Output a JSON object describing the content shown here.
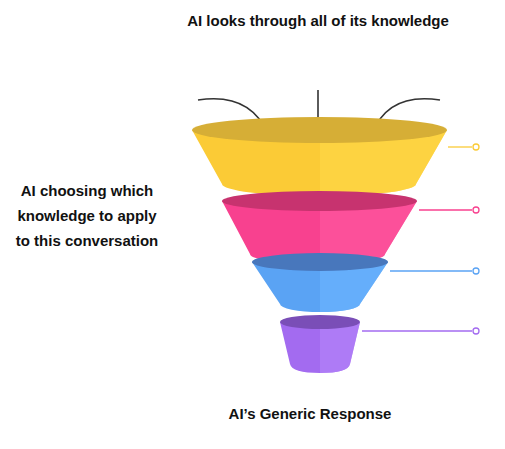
{
  "diagram": {
    "labels": [
      "AI looks through all of its knowledge",
      "AI choosing which knowledge to apply to this conversation",
      "AI’s Generic Response"
    ]
  }
}
